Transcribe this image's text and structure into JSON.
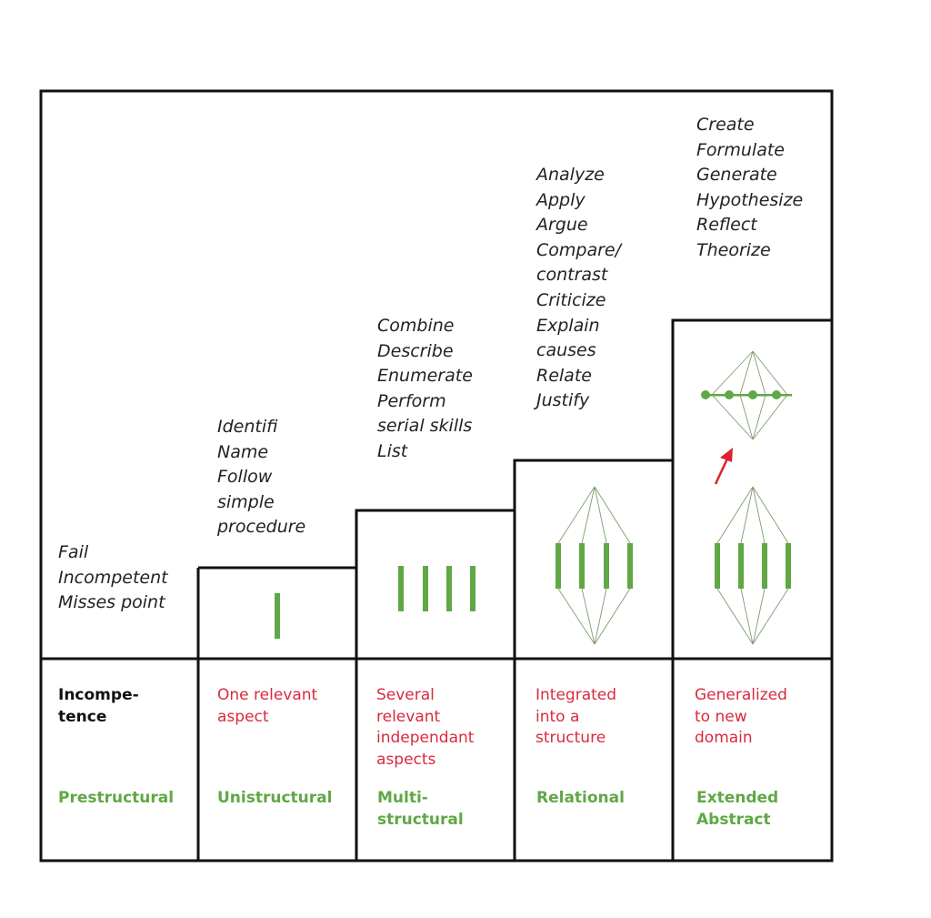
{
  "columns": [
    {
      "verbs": [
        "Fail",
        "Incompetent",
        "Misses point"
      ],
      "description": "Incompe-\ntence",
      "level": "Prestructural"
    },
    {
      "verbs": [
        "Identifi",
        "Name",
        "Follow",
        "simple",
        "procedure"
      ],
      "description": "One relevant\naspect",
      "level": "Unistructural"
    },
    {
      "verbs": [
        "Combine",
        "Describe",
        "Enumerate",
        "Perform",
        "serial skills",
        "List"
      ],
      "description": "Several\nrelevant\nindependant\naspects",
      "level": "Multi-\nstructural"
    },
    {
      "verbs": [
        "Analyze",
        "Apply",
        "Argue",
        "Compare/",
        "contrast",
        "Criticize",
        "Explain",
        "causes",
        "Relate",
        "Justify"
      ],
      "description": "Integrated\ninto a\nstructure",
      "level": "Relational"
    },
    {
      "verbs": [
        "Create",
        "Formulate",
        "Generate",
        "Hypothesize",
        "Reflect",
        "Theorize"
      ],
      "description": "Generalized\nto new\ndomain",
      "level": "Extended\nAbstract"
    }
  ],
  "colors": {
    "description": "#d92a3c",
    "level": "#5fa845",
    "shape": "#5fa845",
    "arrow": "#e0202e"
  }
}
